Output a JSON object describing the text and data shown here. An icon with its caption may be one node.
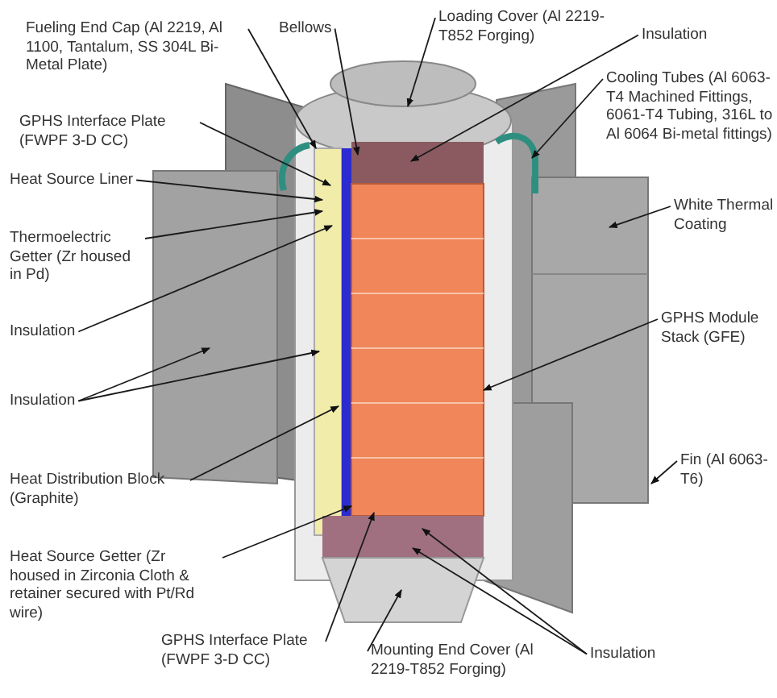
{
  "diagram": {
    "nodes": [
      {
        "text": [
          "Fueling End Cap (Al 2219, Al 1100, Tantalum, SS 304L Bi-Metal Plate)"
        ]
      },
      {
        "text": [
          "Bellows"
        ]
      },
      {
        "text": [
          "Loading Cover (Al 2219-T852 Forging)"
        ]
      },
      {
        "text": [
          "Insulation"
        ]
      },
      {
        "text": [
          "Cooling Tubes (Al 6063-T4 Machined Fittings, 6061-T4 Tubing, 316L to Al 6064 Bi-metal fittings)"
        ]
      },
      {
        "text": [
          "GPHS Interface Plate (FWPF 3-D CC)"
        ]
      },
      {
        "text": [
          "Heat Source Liner"
        ]
      },
      {
        "text": [
          "Thermoelectric Getter (Zr housed in Pd)"
        ]
      },
      {
        "text": [
          "Insulation"
        ]
      },
      {
        "text": [
          "White Thermal Coating"
        ]
      },
      {
        "text": [
          "GPHS Module Stack (GFE)"
        ]
      },
      {
        "text": [
          "Fin (Al 6063-T6)"
        ]
      },
      {
        "text": [
          "Insulation"
        ]
      },
      {
        "text": [
          "Heat Distribution Block (Graphite)"
        ]
      },
      {
        "text": [
          "Heat Source Getter (Zr housed in Zirconia Cloth & retainer secured with Pt/Rd wire)"
        ]
      },
      {
        "text": [
          "GPHS Interface Plate (FWPF 3-D CC)"
        ]
      },
      {
        "text": [
          "Mounting End Cover (Al 2219-T852 Forging)"
        ]
      },
      {
        "text": [
          "Insulation"
        ]
      }
    ],
    "edges": [
      {
        "from": 0,
        "to": null,
        "arrow": "to"
      },
      {
        "from": 1,
        "to": null,
        "arrow": "to"
      },
      {
        "from": 2,
        "to": null,
        "arrow": "to"
      },
      {
        "from": 3,
        "to": null,
        "arrow": "to"
      },
      {
        "from": 4,
        "to": null,
        "arrow": "to"
      },
      {
        "from": 5,
        "to": null,
        "arrow": "to"
      },
      {
        "from": 6,
        "to": null,
        "arrow": "to"
      },
      {
        "from": 7,
        "to": null,
        "arrow": "to"
      },
      {
        "from": 8,
        "to": null,
        "arrow": "to"
      },
      {
        "from": 9,
        "to": null,
        "arrow": "to"
      },
      {
        "from": 10,
        "to": null,
        "arrow": "to"
      },
      {
        "from": 11,
        "to": null,
        "arrow": "to"
      },
      {
        "from": 12,
        "to": null,
        "arrow": "to"
      },
      {
        "from": 12,
        "to": null,
        "arrow": "to"
      },
      {
        "from": 13,
        "to": null,
        "arrow": "to"
      },
      {
        "from": 14,
        "to": null,
        "arrow": "to"
      },
      {
        "from": 15,
        "to": null,
        "arrow": "to"
      },
      {
        "from": 16,
        "to": null,
        "arrow": "to"
      },
      {
        "from": 17,
        "to": null,
        "arrow": "to"
      },
      {
        "from": 17,
        "to": null,
        "arrow": "to"
      }
    ]
  }
}
